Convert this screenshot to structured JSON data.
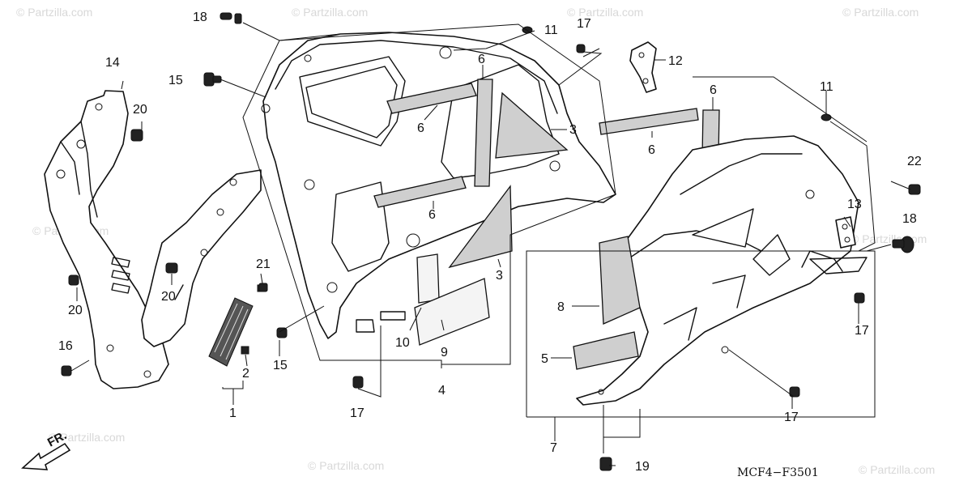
{
  "diagram": {
    "code": "MCF4−F3501",
    "front_label": "FR.",
    "watermark": "© Partzilla.com",
    "callouts": {
      "c1": "1",
      "c2": "2",
      "c3a": "3",
      "c3b": "3",
      "c4": "4",
      "c5": "5",
      "c6a": "6",
      "c6b": "6",
      "c6c": "6",
      "c6d": "6",
      "c7": "7",
      "c8": "8",
      "c9": "9",
      "c10": "10",
      "c11a": "11",
      "c11b": "11",
      "c12": "12",
      "c13": "13",
      "c14": "14",
      "c15a": "15",
      "c15b": "15",
      "c16": "16",
      "c17a": "17",
      "c17b": "17",
      "c17c": "17",
      "c17d": "17",
      "c18a": "18",
      "c18b": "18",
      "c19": "19",
      "c20a": "20",
      "c20b": "20",
      "c20c": "20",
      "c21": "21",
      "c22": "22"
    }
  }
}
